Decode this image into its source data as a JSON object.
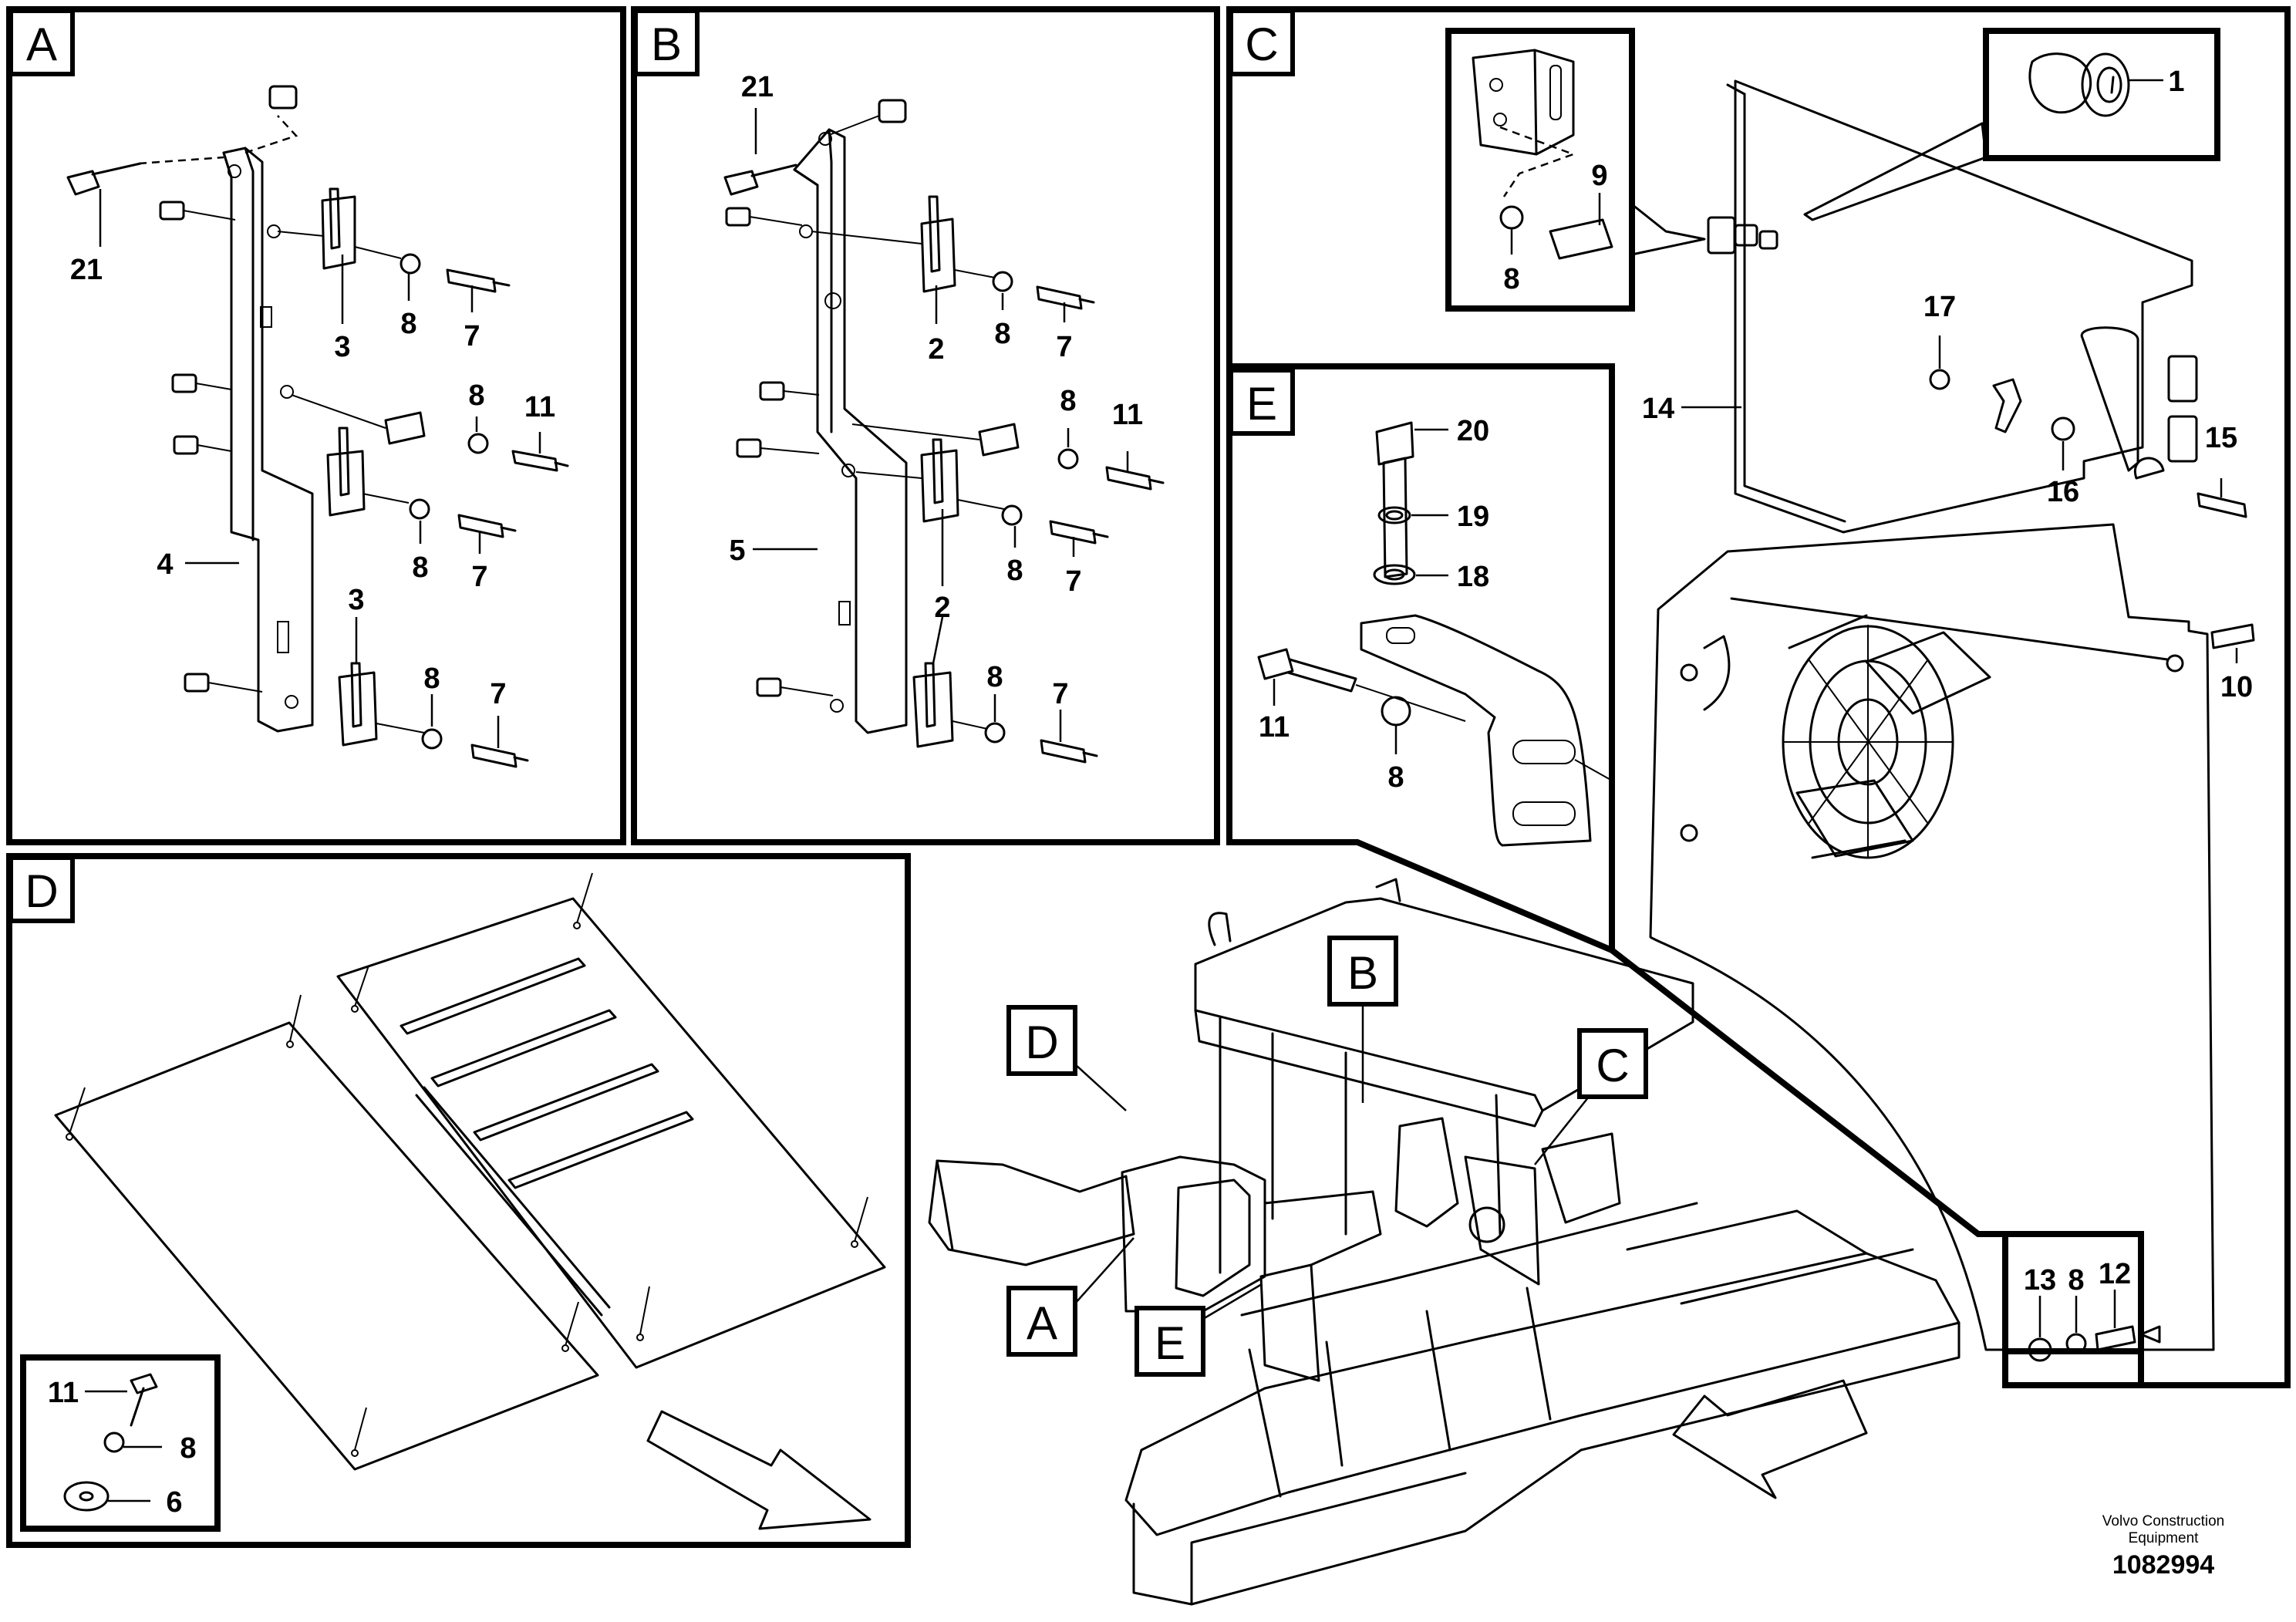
{
  "panels": [
    {
      "id": "A",
      "label": "A"
    },
    {
      "id": "B",
      "label": "B"
    },
    {
      "id": "C",
      "label": "C"
    },
    {
      "id": "D",
      "label": "D"
    },
    {
      "id": "E",
      "label": "E"
    }
  ],
  "callouts": {
    "A": [
      "21",
      "3",
      "8",
      "7",
      "8",
      "11",
      "4",
      "3",
      "8",
      "7",
      "8",
      "7"
    ],
    "B": [
      "21",
      "2",
      "8",
      "7",
      "8",
      "11",
      "5",
      "2",
      "8",
      "7",
      "8",
      "7"
    ],
    "C": [
      "1",
      "9",
      "8",
      "17",
      "14",
      "16",
      "15",
      "10",
      "13",
      "8",
      "12"
    ],
    "D": [
      "11",
      "8",
      "6"
    ],
    "E": [
      "20",
      "19",
      "18",
      "11",
      "8"
    ]
  },
  "overview_tags": [
    "B",
    "D",
    "C",
    "A",
    "E"
  ],
  "footer": {
    "brand_line1": "Volvo Construction",
    "brand_line2": "Equipment",
    "doc_number": "1082994"
  }
}
